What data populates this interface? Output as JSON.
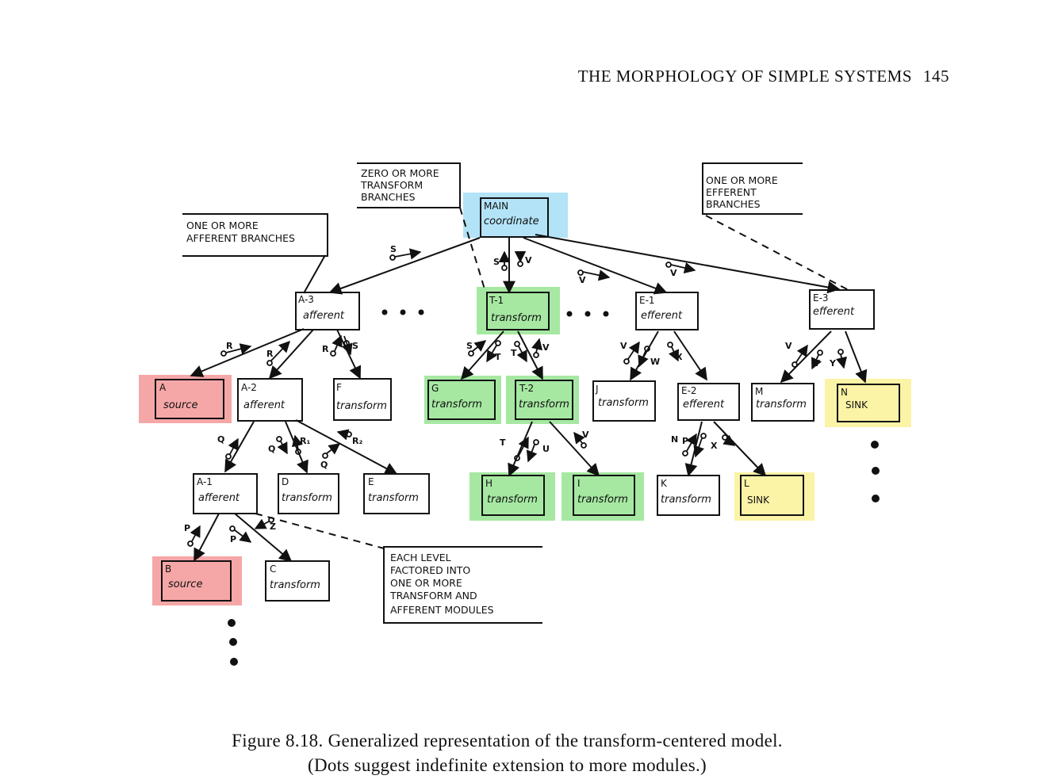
{
  "page": {
    "running_head": "THE MORPHOLOGY OF SIMPLE SYSTEMS",
    "page_number": "145"
  },
  "caption": {
    "line1": "Figure 8.18.  Generalized representation of the transform-centered model.",
    "line2": "(Dots suggest indefinite extension to more modules.)"
  },
  "colors": {
    "coordinate": "#b3e3f7",
    "transform_center": "#a6e8a2",
    "source": "#f5a7a7",
    "sink": "#fbf3a6",
    "ink": "#111111"
  },
  "modules": {
    "main": {
      "label": "MAIN",
      "type": "coordinate"
    },
    "a3": {
      "label": "A-3",
      "type": "afferent"
    },
    "t1": {
      "label": "T-1",
      "type": "transform"
    },
    "e1": {
      "label": "E-1",
      "type": "efferent"
    },
    "e3": {
      "label": "E-3",
      "type": "efferent"
    },
    "a": {
      "label": "A",
      "type": "source"
    },
    "a2": {
      "label": "A-2",
      "type": "afferent"
    },
    "f": {
      "label": "F",
      "type": "transform"
    },
    "g": {
      "label": "G",
      "type": "transform"
    },
    "t2": {
      "label": "T-2",
      "type": "transform"
    },
    "j": {
      "label": "J",
      "type": "transform"
    },
    "e2": {
      "label": "E-2",
      "type": "efferent"
    },
    "m": {
      "label": "M",
      "type": "transform"
    },
    "n": {
      "label": "N",
      "type": "SINK"
    },
    "a1": {
      "label": "A-1",
      "type": "afferent"
    },
    "d": {
      "label": "D",
      "type": "transform"
    },
    "e": {
      "label": "E",
      "type": "transform"
    },
    "h": {
      "label": "H",
      "type": "transform"
    },
    "i": {
      "label": "I",
      "type": "transform"
    },
    "k": {
      "label": "K",
      "type": "transform"
    },
    "l": {
      "label": "L",
      "type": "SINK"
    },
    "b": {
      "label": "B",
      "type": "source"
    },
    "c": {
      "label": "C",
      "type": "transform"
    }
  },
  "notes": {
    "transform_branches": [
      "ZERO OR MORE",
      "TRANSFORM",
      "BRANCHES"
    ],
    "afferent_branches": [
      "ONE OR MORE",
      "AFFERENT BRANCHES"
    ],
    "efferent_branches": [
      "ONE OR MORE",
      "EFFERENT",
      "BRANCHES"
    ],
    "each_level": [
      "EACH LEVEL",
      "FACTORED INTO",
      "ONE OR MORE",
      "TRANSFORM AND",
      "AFFERENT MODULES"
    ]
  },
  "flows": {
    "s": "S",
    "t": "T",
    "u": "U",
    "v": "V",
    "w": "W",
    "x": "X",
    "y": "Y",
    "n": "N",
    "p": "P",
    "q": "Q",
    "r": "R",
    "r1": "R₁",
    "r2": "R₂",
    "z": "Z"
  }
}
